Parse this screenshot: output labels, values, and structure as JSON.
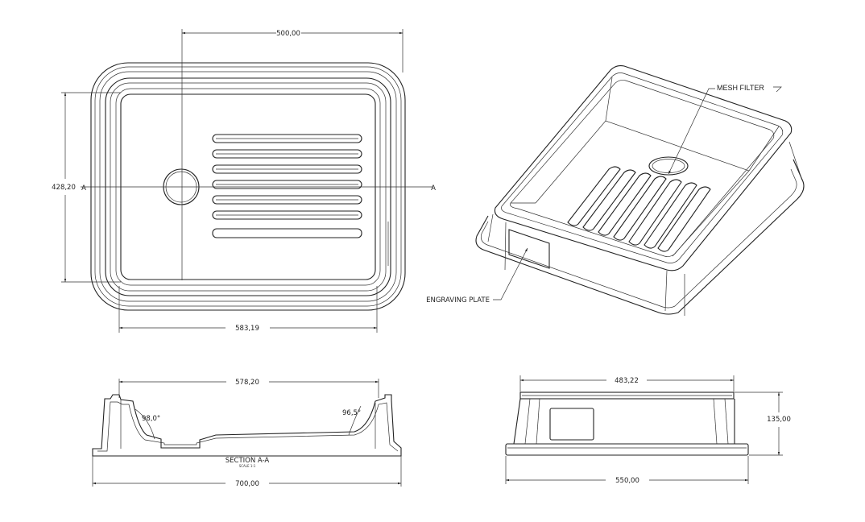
{
  "dimensions": {
    "top_width": "500,00",
    "top_height": "428,20",
    "top_inner_width": "583,19",
    "section_inner": "578,20",
    "section_overall": "700,00",
    "side_top": "483,22",
    "side_bottom": "550,00",
    "side_height": "135,00"
  },
  "angles": {
    "left": "98,0°",
    "right": "96,5°"
  },
  "labels": {
    "mesh_filter": "MESH FILTER",
    "engraving_plate": "ENGRAVING PLATE",
    "section_title": "SECTION A-A",
    "section_scale": "SCALE 1:1",
    "section_marker": "A"
  }
}
